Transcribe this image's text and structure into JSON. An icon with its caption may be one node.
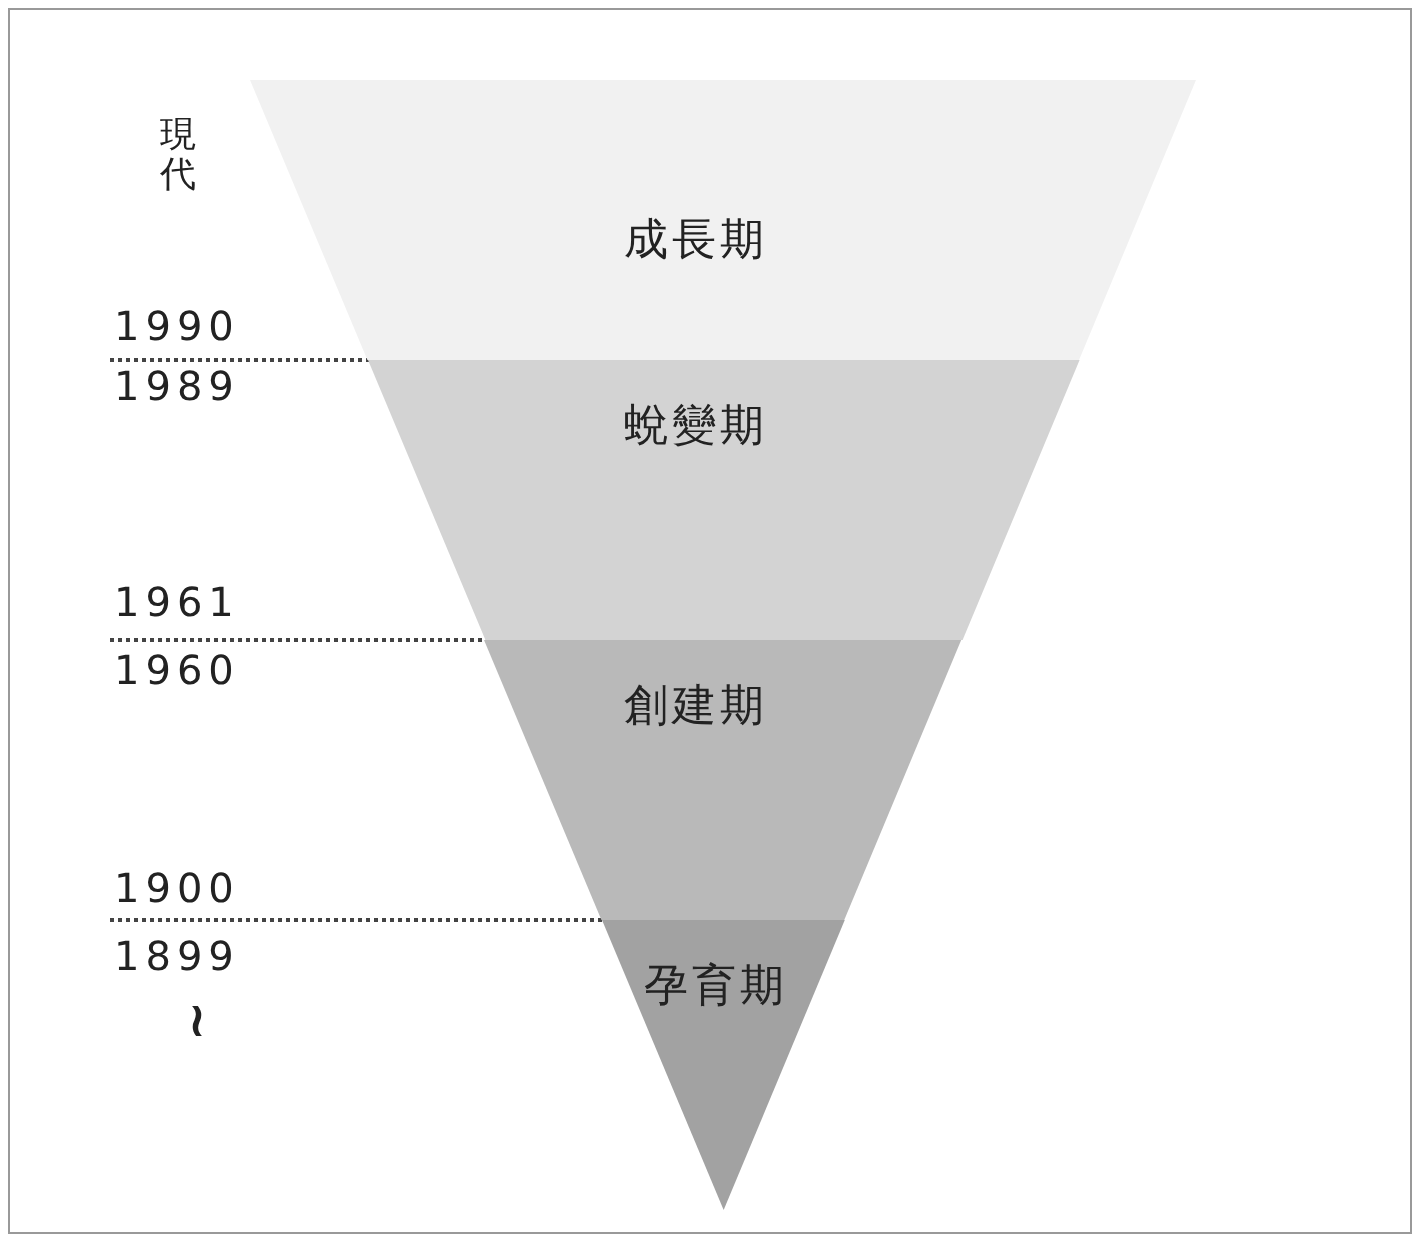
{
  "diagram": {
    "nodes": [
      {
        "text": [
          "成長期"
        ]
      },
      {
        "text": [
          "蛻變期"
        ]
      },
      {
        "text": [
          "創建期"
        ]
      },
      {
        "text": [
          "孕育期"
        ]
      }
    ],
    "labels": [
      "現代",
      "1990",
      "1989",
      "1961",
      "1960",
      "1900",
      "1899",
      "≀"
    ]
  }
}
